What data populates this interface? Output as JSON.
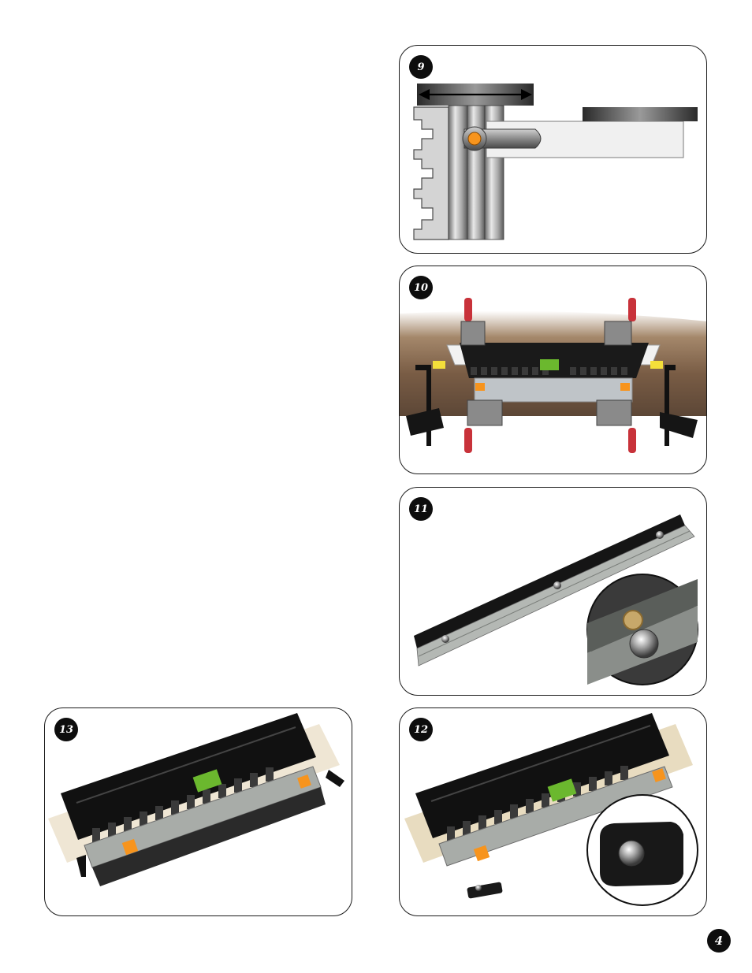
{
  "page": {
    "number": "4"
  },
  "figures": [
    {
      "id": "9",
      "label": "9",
      "depicts": "guide-rail-clamp-diagram"
    },
    {
      "id": "10",
      "label": "10",
      "depicts": "jig-clamped-to-bench-photo"
    },
    {
      "id": "11",
      "label": "11",
      "depicts": "rail-bolts-photo-with-closeup"
    },
    {
      "id": "12",
      "label": "12",
      "depicts": "jig-with-stop-bracket-closeup"
    },
    {
      "id": "13",
      "label": "13",
      "depicts": "assembled-jig-photo"
    }
  ],
  "logo": {
    "color": "#6bb82e"
  },
  "colors": {
    "badge": "#0d0d0d",
    "border": "#1a1a1a",
    "orange_pin": "#f7941d",
    "clamp_handle": "#c8323a"
  }
}
